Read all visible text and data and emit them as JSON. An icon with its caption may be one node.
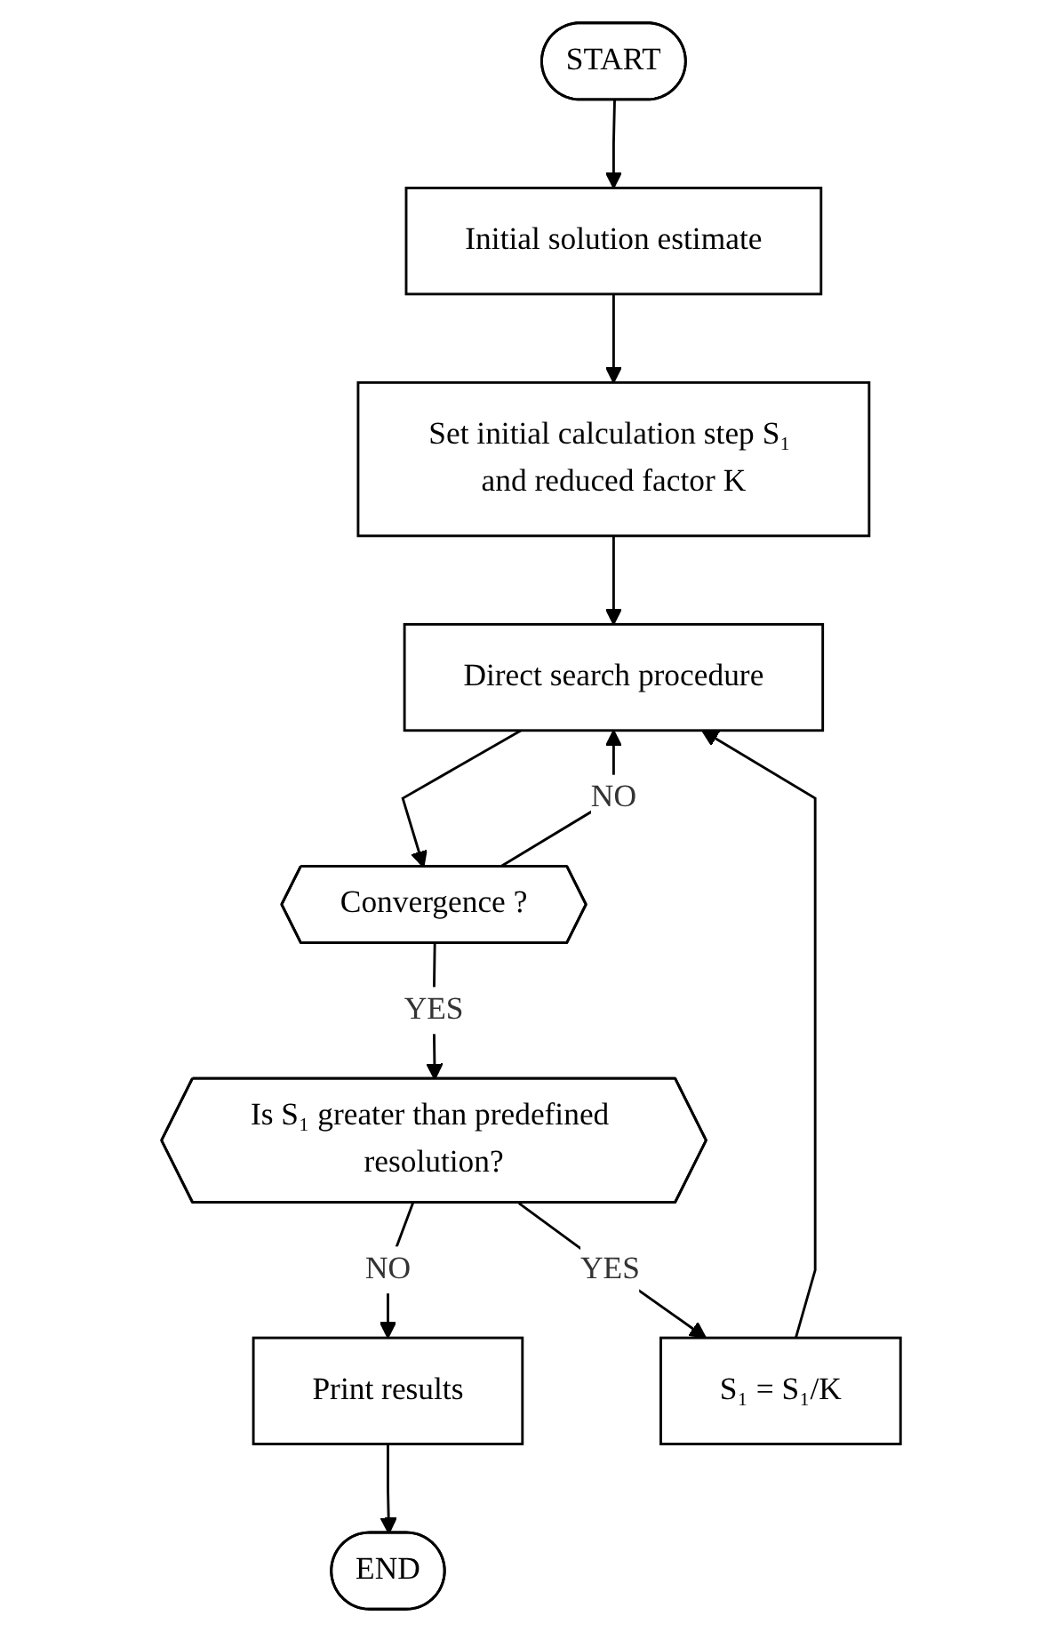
{
  "diagram": {
    "nodes": [
      {
        "text": [
          "START"
        ]
      },
      {
        "text": [
          "Initial solution estimate"
        ]
      },
      {
        "text": [
          "Set initial calculation step S₁ and reduced factor K"
        ]
      },
      {
        "text": [
          "Direct search procedure"
        ]
      },
      {
        "text": [
          "Convergence ?"
        ]
      },
      {
        "text": [
          "Is S₁ greater than predefined resolution?"
        ]
      },
      {
        "text": [
          "Print results"
        ]
      },
      {
        "text": [
          "END"
        ]
      },
      {
        "text": [
          "S₁ = S₁/K"
        ]
      }
    ],
    "edges": [
      {
        "from": 0,
        "to": 1,
        "arrow": "to"
      },
      {
        "from": 1,
        "to": 2,
        "arrow": "to"
      },
      {
        "from": 2,
        "to": 3,
        "arrow": "to"
      },
      {
        "from": 3,
        "to": 4,
        "arrow": "to"
      },
      {
        "from": 4,
        "to": 3,
        "arrow": "to",
        "label": "NO"
      },
      {
        "from": 4,
        "to": 5,
        "arrow": "to",
        "label": "YES"
      },
      {
        "from": 5,
        "to": 8,
        "arrow": "to",
        "label": "YES"
      },
      {
        "from": 8,
        "to": 3,
        "arrow": "to"
      },
      {
        "from": 5,
        "to": 6,
        "arrow": "to",
        "label": "NO"
      },
      {
        "from": 6,
        "to": 7,
        "arrow": "to"
      }
    ]
  }
}
